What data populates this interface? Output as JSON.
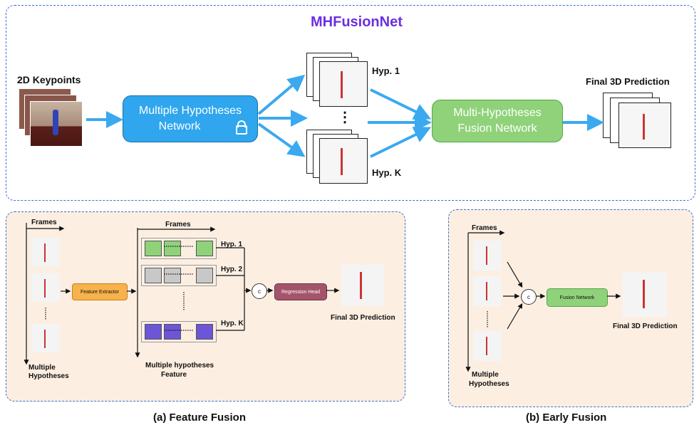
{
  "top": {
    "title": "MHFusionNet",
    "input_label": "2D Keypoints",
    "mhn_line1": "Multiple Hypotheses",
    "mhn_line2": "Network",
    "hyp1": "Hyp. 1",
    "hypk": "Hyp. K",
    "ellipsis": "⋮",
    "fusion_line1": "Multi-Hypotheses",
    "fusion_line2": "Fusion Network",
    "output_label": "Final 3D Prediction",
    "lock_icon": "lock-icon"
  },
  "feature_fusion": {
    "frames_left": "Frames",
    "frames_mid": "Frames",
    "feature_extractor": "Feature Extractor",
    "hyp1": "Hyp. 1",
    "hyp2": "Hyp. 2",
    "hypk": "Hyp. K",
    "concat": "c",
    "regression_head": "Regression Head",
    "output_label": "Final 3D Prediction",
    "multi_hyp_line1": "Multiple",
    "multi_hyp_line2": "Hypotheses",
    "mhf_line1": "Multiple hypotheses",
    "mhf_line2": "Feature",
    "caption": "(a) Feature Fusion"
  },
  "early_fusion": {
    "frames": "Frames",
    "concat": "c",
    "fusion_network": "Fusion Network",
    "output_label": "Final 3D Prediction",
    "multi_hyp_line1": "Multiple",
    "multi_hyp_line2": "Hypotheses",
    "caption": "(b) Early Fusion"
  },
  "colors": {
    "title": "#6a2fe0",
    "blue_box": "#2fa6ee",
    "green_box": "#8fd27a",
    "arrow_blue": "#3aa9f0",
    "feat_green": "#8fd27a",
    "feat_gray": "#c8c8c8",
    "feat_purple": "#6d55d8",
    "orange_box": "#f7b24b",
    "maroon_box": "#a4546a",
    "panel_bg": "#fcefe2"
  }
}
